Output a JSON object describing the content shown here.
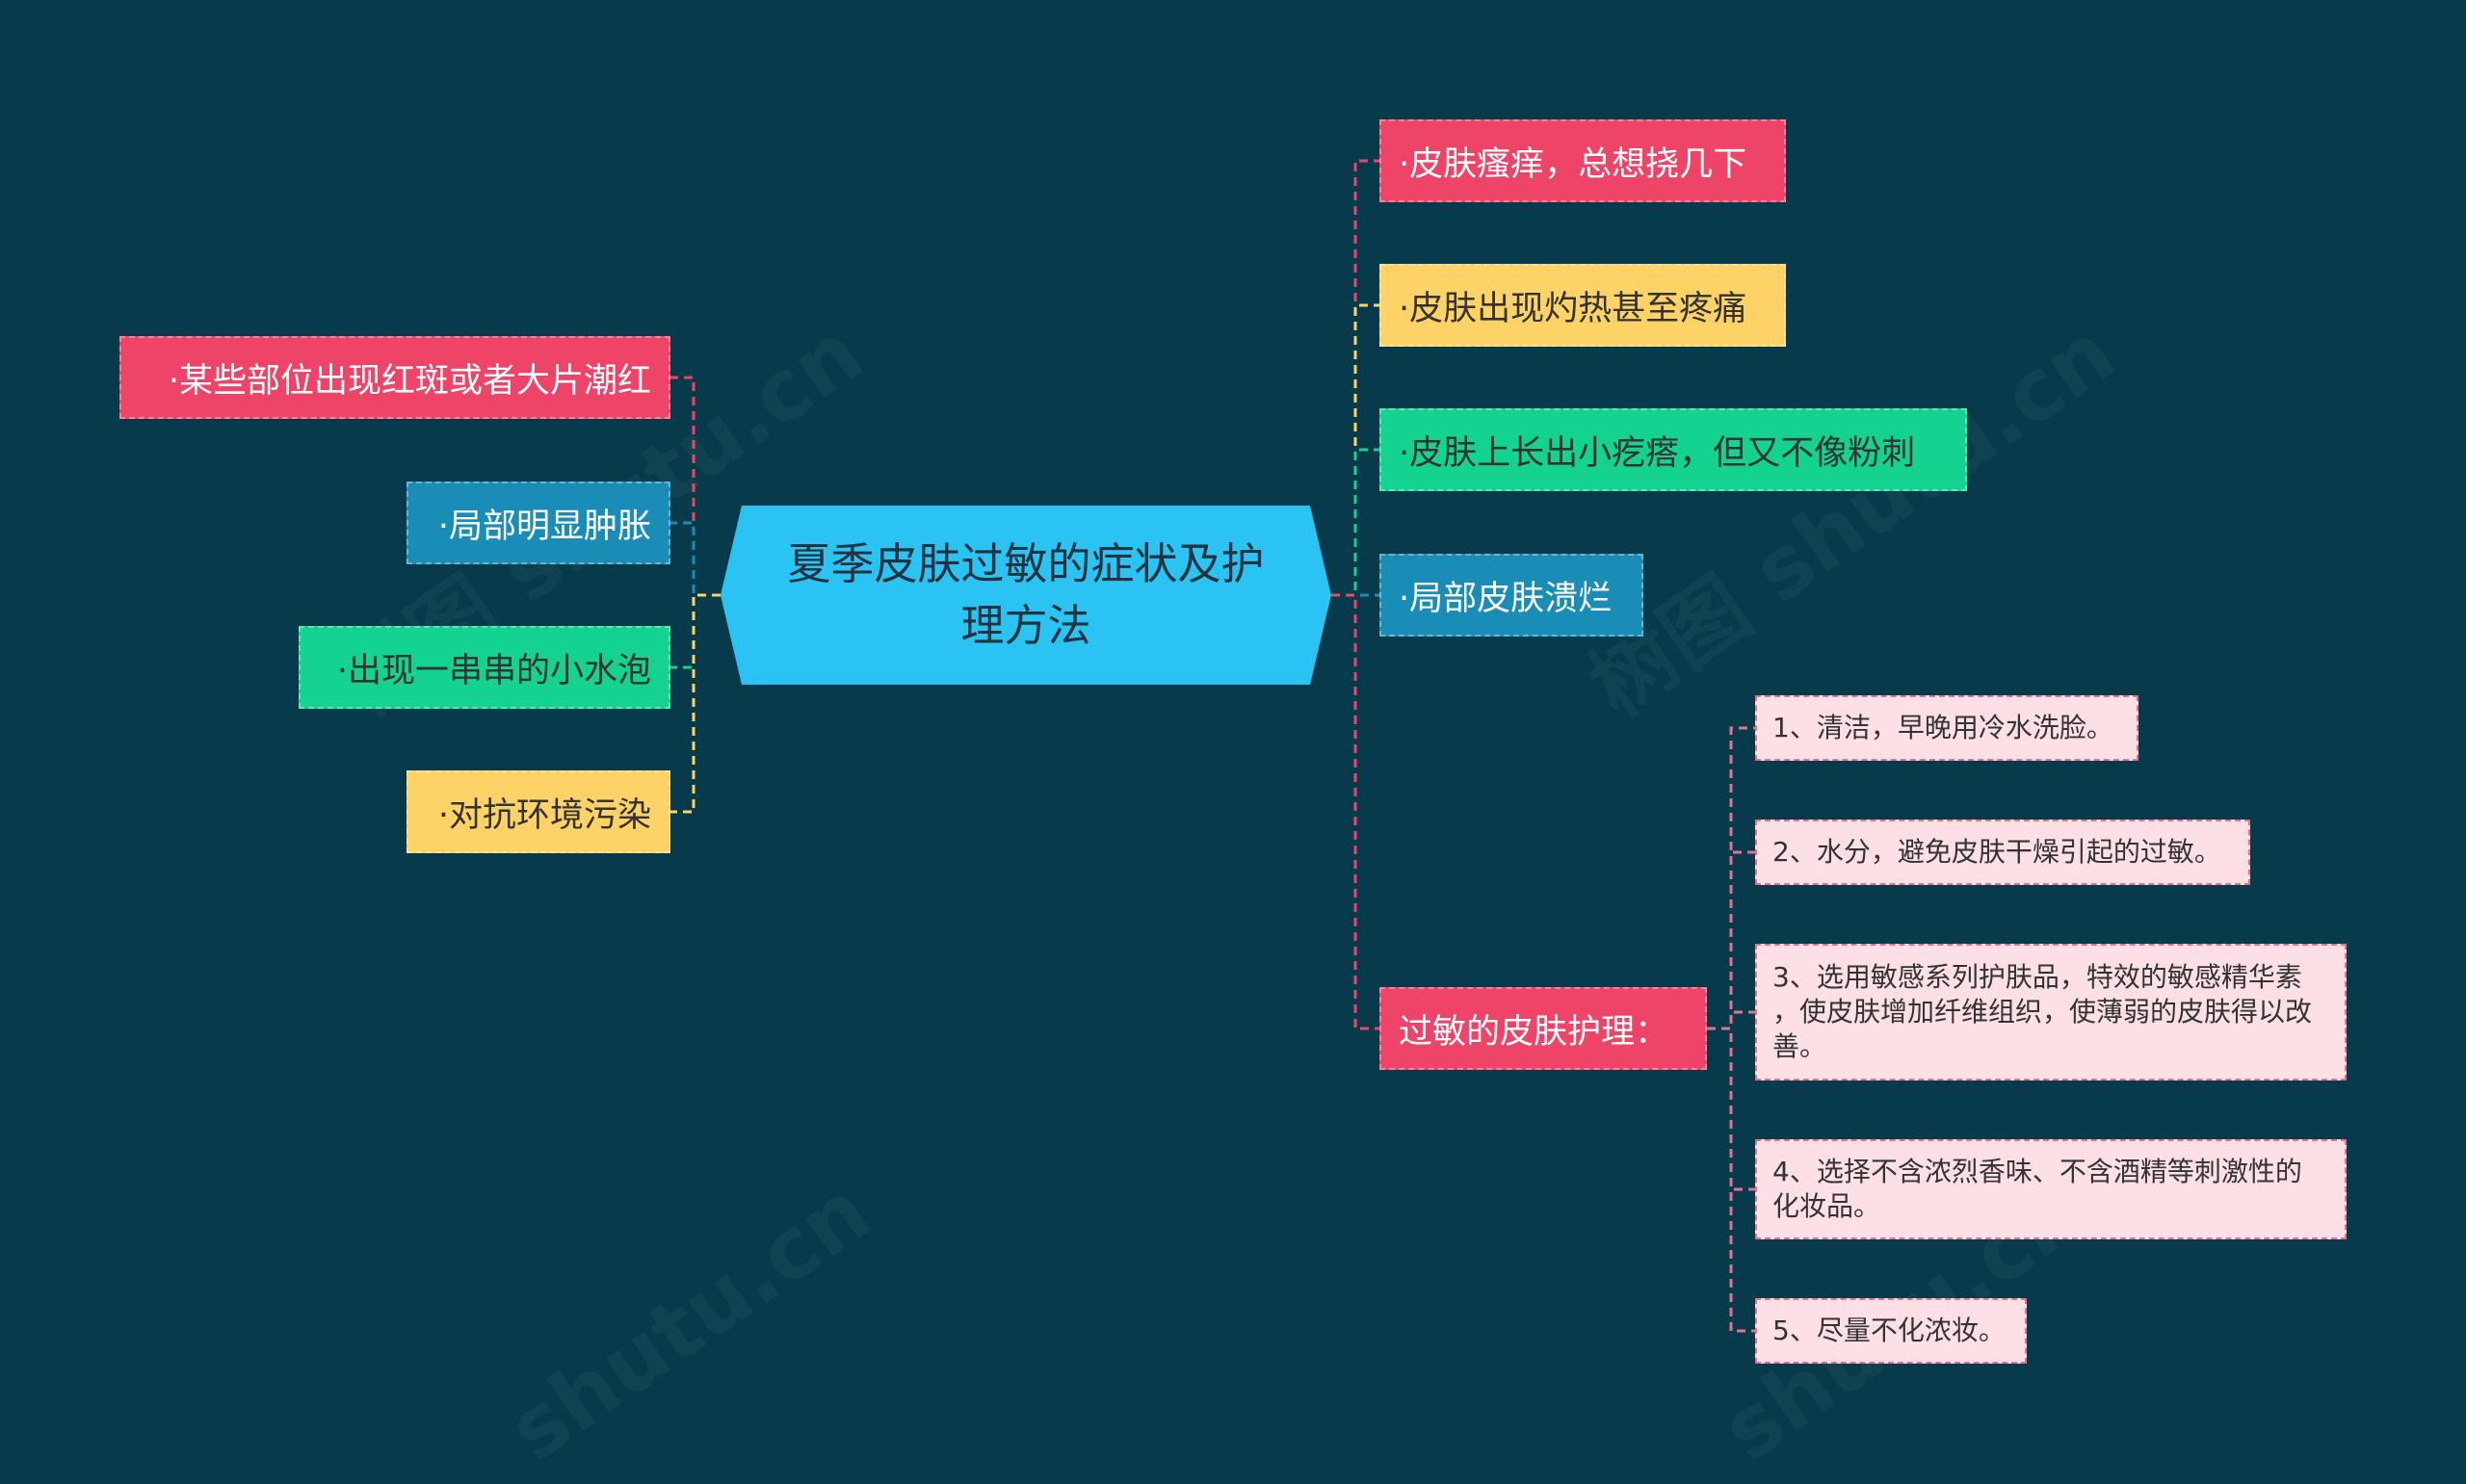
{
  "mindmap": {
    "root": "夏季皮肤过敏的症状及护\n理方法",
    "left_branches": [
      "·某些部位出现红斑或者大片潮红",
      "·局部明显肿胀",
      "·出现一串串的小水泡",
      "·对抗环境污染"
    ],
    "right_branches": [
      "·皮肤瘙痒，总想挠几下",
      "·皮肤出现灼热甚至疼痛",
      "·皮肤上长出小疙瘩，但又不像粉刺",
      "·局部皮肤溃烂",
      "过敏的皮肤护理："
    ],
    "care_items": [
      "1、清洁，早晚用冷水洗脸。",
      "2、水分，避免皮肤干燥引起的过敏。",
      "3、选用敏感系列护肤品，特效的敏感精华素\n，使皮肤增加纤维组织，使薄弱的皮肤得以改\n善。",
      "4、选择不含浓烈香味、不含酒精等刺激性的\n化妆品。",
      "5、尽量不化浓妆。"
    ]
  },
  "colors": {
    "background": "#073a4b",
    "root": "#2bc4f2",
    "red": "#ee4468",
    "yellow": "#fdd267",
    "green": "#14d390",
    "blue": "#1a8db7",
    "pink": "#fde0e6"
  }
}
